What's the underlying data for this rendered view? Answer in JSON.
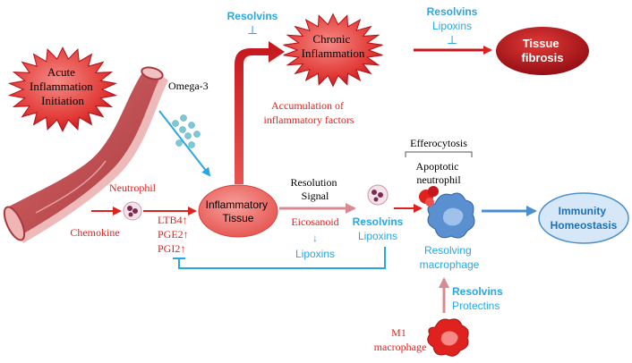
{
  "colors": {
    "red": "#e0221e",
    "dark_red": "#b3121a",
    "blue": "#2aa6e0",
    "dark_blue": "#1f6fb5",
    "light_blue_fill": "#d6e8f7",
    "vessel": "#c8575a",
    "vessel_inner": "#e9a8a8"
  },
  "nodes": {
    "acute": [
      "Acute",
      "Inflammation",
      "Initiation"
    ],
    "chronic": [
      "Chronic",
      "Inflammation"
    ],
    "fibrosis": [
      "Tissue",
      "fibrosis"
    ],
    "inflam_tissue": [
      "Inflammatory",
      "Tissue"
    ],
    "immunity": [
      "Immunity",
      "Homeostasis"
    ]
  },
  "labels": {
    "omega3": "Omega-3",
    "neutrophil": "Neutrophil",
    "chemokine": "Chemokine",
    "ltb4": "LTB4↑",
    "pge2": "PGE2↑",
    "pgi2": "PGI2↑",
    "accumulation": [
      "Accumulation of",
      "inflammatory factors"
    ],
    "resolvins_top": "Resolvins",
    "resolvins_fibrosis": "Resolvins",
    "lipoxins_fibrosis": "Lipoxins",
    "resolution_signal": [
      "Resolution",
      "Signal"
    ],
    "eicosanoid": "Eicosanoid",
    "down_arrow": "↓",
    "lipoxins_lower": "Lipoxins",
    "resolvins_mid": "Resolvins",
    "lipoxins_mid": "Lipoxins",
    "efferocytosis": "Efferocytosis",
    "apoptotic": [
      "Apoptotic",
      "neutrophil"
    ],
    "resolving_mac": [
      "Resolving",
      "macrophage"
    ],
    "resolvins_bottom": "Resolvins",
    "protectins": "Protectins",
    "m1_mac": [
      "M1",
      "macrophage"
    ],
    "inhibit_symbol": "⊥"
  }
}
